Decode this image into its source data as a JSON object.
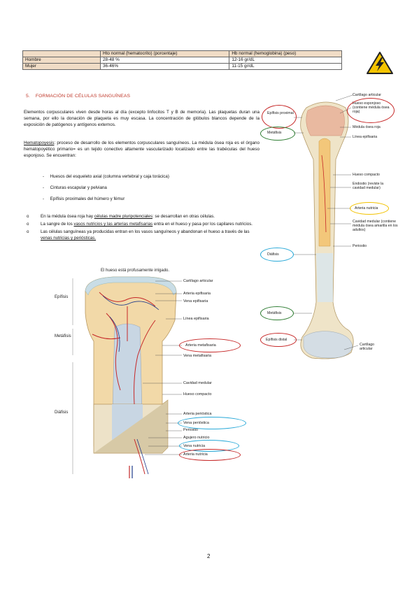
{
  "table": {
    "headers": [
      "",
      "Hto normal (hematocrito) (porcentaje)",
      "Hb normal (hemoglobina) (peso)"
    ],
    "rows": [
      {
        "label": "Hombre",
        "hto": "28-48 %",
        "hb": "12-16 gr/dL"
      },
      {
        "label": "Mujer",
        "hto": "36-46%",
        "hb": "11-15 gr/dL"
      }
    ]
  },
  "section": {
    "number": "5.",
    "title": "FORMACIÓN DE CÉLULAS SANGUÍNEAS"
  },
  "paragraphs": {
    "p1": "Elementos corpusculares viven desde horas al día (excepto linfocitos T y B de memoria). Las plaquetas duran una semana, por ello la donación de plaqueta es muy escasa. La concentración de glóbulos blancos depende de la exposición de patógenos y antígenos externos.",
    "hemato_term": "Hematopoyesis",
    "hemato_rest": ": proceso de desarrollo de los elementos corpusculares sanguíneos. La médula ósea roja es el órgano hematopoyético primario= es un tejido conectivo altamente vascularizado localizado entre las trabéculas del hueso esponjoso. Se encuentran:"
  },
  "dash_items": [
    "Huesos del esqueleto axial (columna vertebral y caja torácica)",
    "Cinturas escapular y pelviana",
    "Epífisis proximales del húmero y fémur"
  ],
  "circle_items": {
    "c1_a": "En la médula ósea roja hay ",
    "c1_u": "células madre pluripotenciales",
    "c1_b": ": se desarrollan en otras células.",
    "c2_a": "La sangre de los ",
    "c2_u": "vasos nutricios y las arterias metafisarias",
    "c2_b": " entra en el hueso y pasa por los capilares nutricios.",
    "c3_a": "Las células sanguíneas ya producidas entran en los vasos sanguíneos y abandonan el hueso a través de las ",
    "c3_u": "venas nutricias y periósticas."
  },
  "fig_left": {
    "caption": "El hueso está profusamente irrigado.",
    "regions": [
      "Epífisis",
      "Metáfisis",
      "Diáfisis"
    ],
    "labels": [
      "Cartílago articular",
      "Arteria epifisaria",
      "Vena epifisaria",
      "Línea epifisaria",
      "Arteria metafisaria",
      "Vena metafisaria",
      "Cavidad medular",
      "Hueso compacto",
      "Arteria perióstica",
      "Vena perióstica",
      "Periostio",
      "Agujero nutricio",
      "Vena nutricia",
      "Arteria nutricia"
    ]
  },
  "fig_right": {
    "left_labels": [
      "Epífisis proximal",
      "Metáfisis",
      "Diáfisis",
      "Metáfisis",
      "Epífisis distal"
    ],
    "right_labels": [
      "Cartílago articular",
      "Hueso esponjoso (contiene médula ósea roja)",
      "Médula ósea roja",
      "Línea epifisaria",
      "Hueso compacto",
      "Endostio (reviste la cavidad medular)",
      "Arteria nutricia",
      "Cavidad medular (contiene médula ósea amarilla en los adultos)",
      "Periostio",
      "Cartílago articular"
    ]
  },
  "page_number": "2",
  "colors": {
    "accent_red": "#c0392b",
    "oval_red": "#c62828",
    "oval_green": "#2e7d32",
    "oval_blue": "#29a9d8",
    "oval_yellow": "#f2c200",
    "table_head": "#f0dcc6"
  }
}
